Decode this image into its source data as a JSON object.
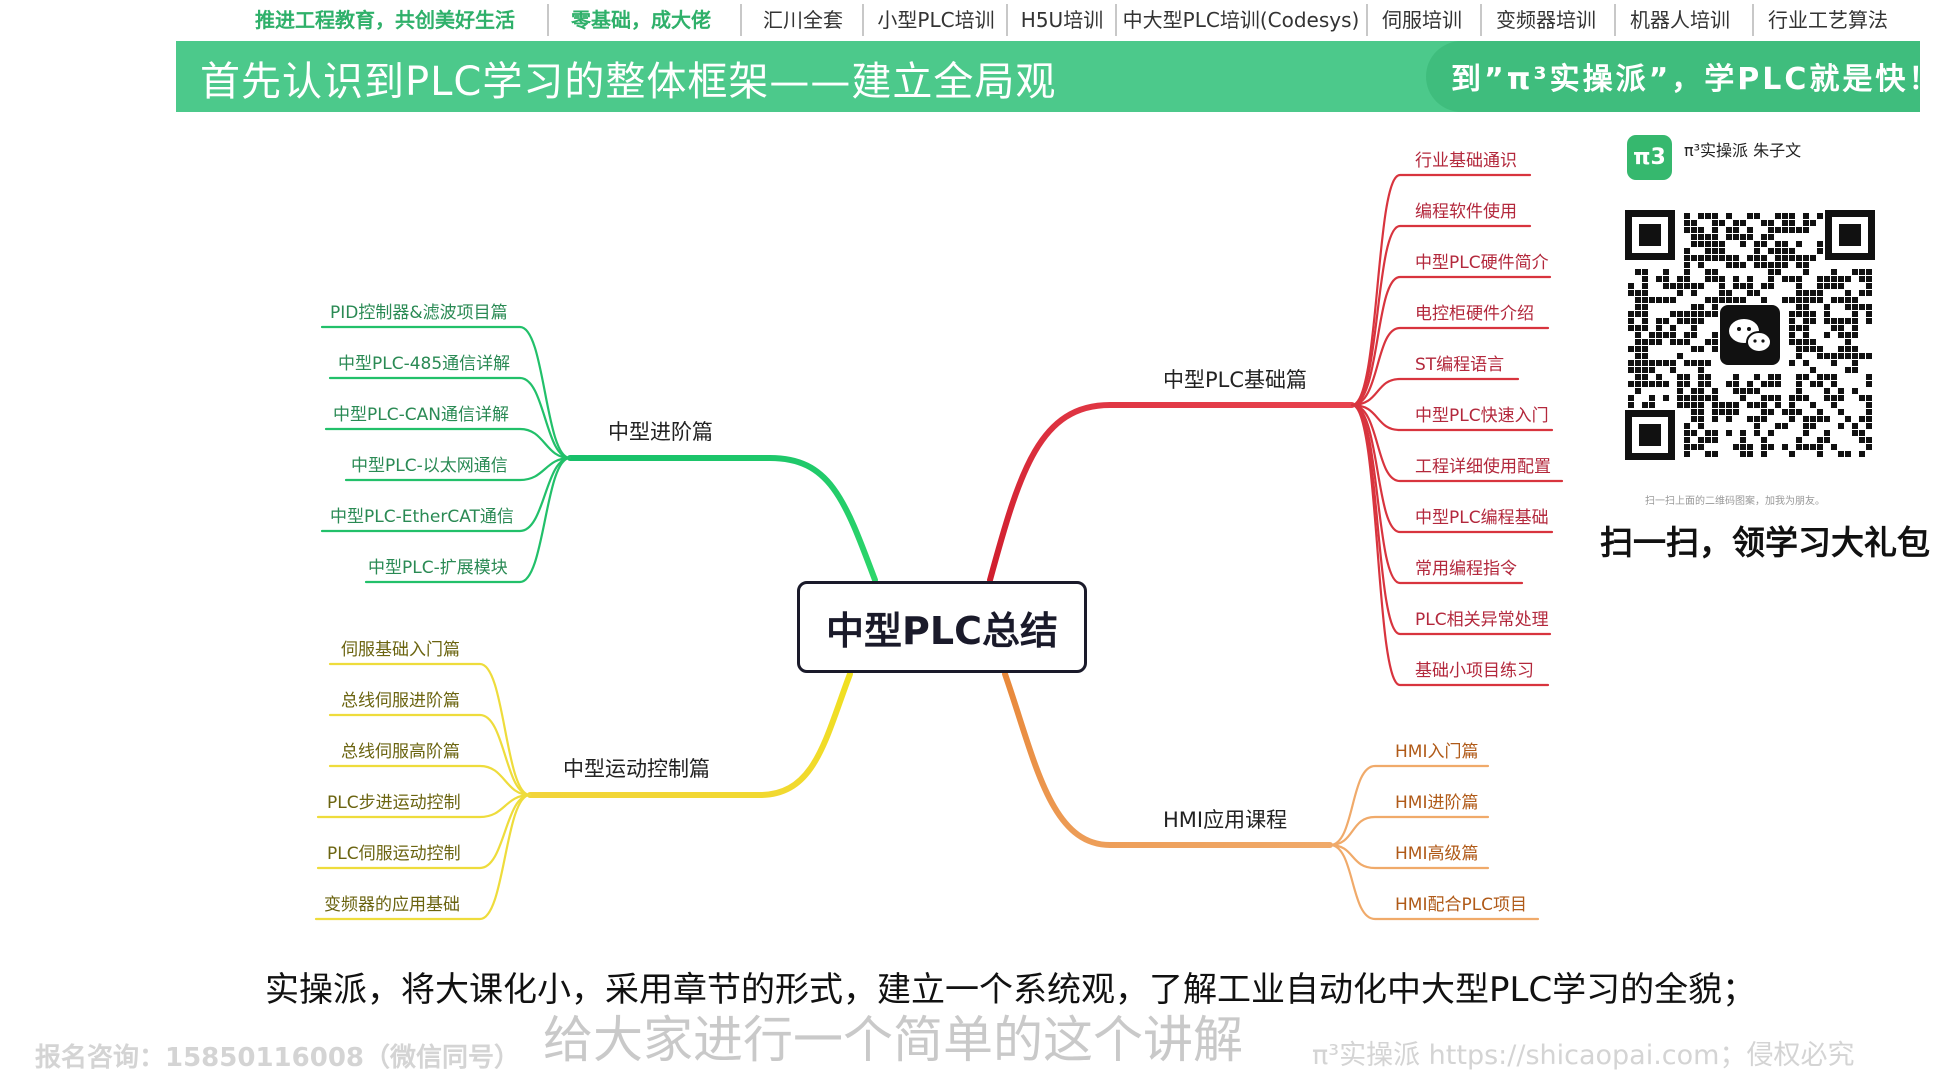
{
  "nav": {
    "items": [
      {
        "label": "推进工程教育，共创美好生活",
        "highlight": true
      },
      {
        "label": "零基础，成大佬",
        "highlight": true
      },
      {
        "label": "汇川全套",
        "highlight": false
      },
      {
        "label": "小型PLC培训",
        "highlight": false
      },
      {
        "label": "H5U培训",
        "highlight": false
      },
      {
        "label": "中大型PLC培训(Codesys)",
        "highlight": false
      },
      {
        "label": "伺服培训",
        "highlight": false
      },
      {
        "label": "变频器培训",
        "highlight": false
      },
      {
        "label": "机器人培训",
        "highlight": false
      },
      {
        "label": "行业工艺算法",
        "highlight": false
      }
    ]
  },
  "banner": {
    "title": "首先认识到PLC学习的整体框架——建立全局观",
    "slogan": "到”π³实操派”，学PLC就是快！"
  },
  "mindmap": {
    "center": "中型PLC总结",
    "branches": [
      {
        "label": "中型PLC基础篇",
        "color": "#e0323c",
        "leaves": [
          "行业基础通识",
          "编程软件使用",
          "中型PLC硬件简介",
          "电控柜硬件介绍",
          "ST编程语言",
          "中型PLC快速入门",
          "工程详细使用配置",
          "中型PLC编程基础",
          "常用编程指令",
          "PLC相关异常处理",
          "基础小项目练习"
        ]
      },
      {
        "label": "中型进阶篇",
        "color": "#1fc86a",
        "leaves": [
          "PID控制器&滤波项目篇",
          "中型PLC-485通信详解",
          "中型PLC-CAN通信详解",
          "中型PLC-以太网通信",
          "中型PLC-EtherCAT通信",
          "中型PLC-扩展模块"
        ]
      },
      {
        "label": "中型运动控制篇",
        "color": "#f0da2a",
        "leaves": [
          "伺服基础入门篇",
          "总线伺服进阶篇",
          "总线伺服高阶篇",
          "PLC步进运动控制",
          "PLC伺服运动控制",
          "变频器的应用基础"
        ]
      },
      {
        "label": "HMI应用课程",
        "color": "#f0a05a",
        "leaves": [
          "HMI入门篇",
          "HMI进阶篇",
          "HMI高级篇",
          "HMI配合PLC项目"
        ]
      }
    ]
  },
  "sidebar": {
    "logo_text": "π3",
    "account_name": "π³实操派 朱子文",
    "qr_icon": "wechat-icon",
    "qr_caption": "扫一扫上面的二维码图案，加我为朋友。",
    "promo": "扫一扫，领学习大礼包"
  },
  "subtitles": {
    "line1": "实操派，将大课化小，采用章节的形式，建立一个系统观，了解工业自动化中大型PLC学习的全貌；",
    "line2": "给大家进行一个简单的这个讲解"
  },
  "footer": {
    "contact": "报名咨询：15850116008（微信同号）",
    "copyright": "π³实操派 https://shicaopai.com；侵权必究"
  }
}
